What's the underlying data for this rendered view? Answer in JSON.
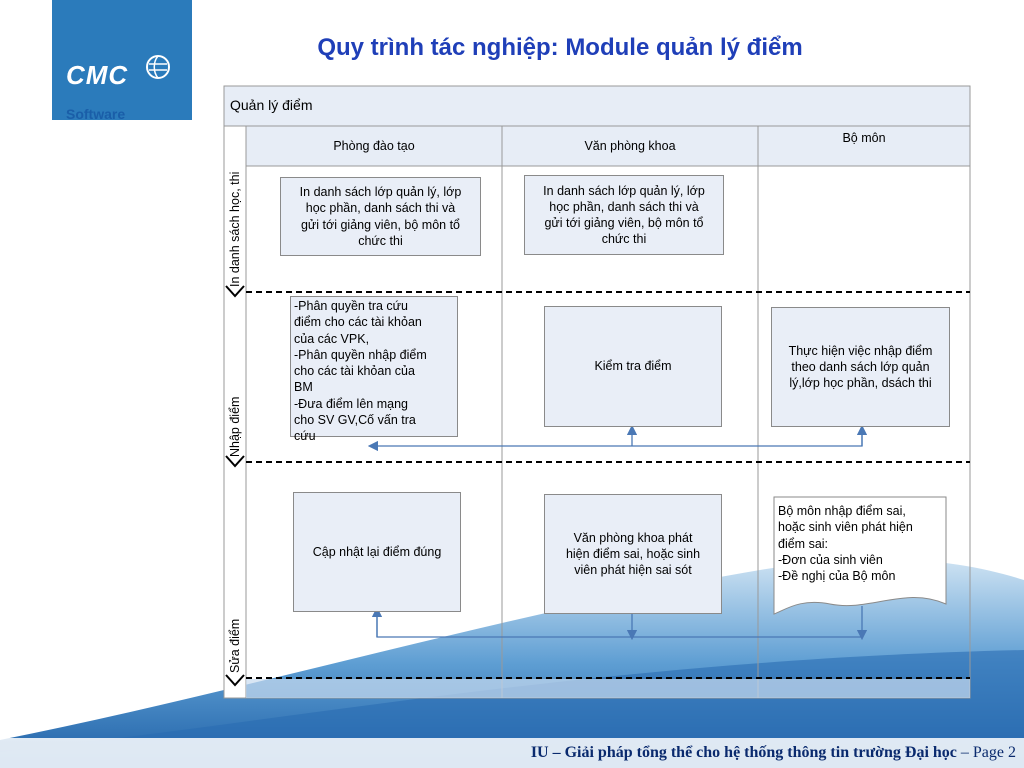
{
  "brand": {
    "logo_text": "CMC",
    "sub_text": "Software",
    "primary_color": "#2b7bbb"
  },
  "title": "Quy trình tác nghiệp: Module quản lý điểm",
  "pool": {
    "title": "Quản lý điểm",
    "columns": [
      "Phòng đào tạo",
      "Văn phòng khoa",
      "Bộ môn"
    ],
    "lanes": [
      "In danh sách học, thi",
      "Nhập điểm",
      "Sửa điểm"
    ]
  },
  "boxes": {
    "b1": "In danh sách lớp quản lý, lớp\nhọc phần, danh sách thi và\ngửi tới giảng viên, bộ môn tổ\nchức thi",
    "b2": "In danh sách lớp quản lý, lớp\nhọc phần, danh sách thi và\ngửi tới giảng viên, bộ môn tổ\nchức thi",
    "b3": "-Phân quyền tra cứu\nđiểm cho các tài khỏan\ncủa các VPK,\n-Phân quyền nhập điểm\ncho các tài khỏan của\nBM\n-Đưa điểm lên mạng\ncho SV GV,Cố vấn tra\ncứu",
    "b4": "Kiểm tra điểm",
    "b5": "Thực hiện việc nhập điểm\ntheo danh sách lớp quản\nlý,lớp học phần, dsách thi",
    "b6": "Cập nhật lại điểm đúng",
    "b7": "Văn phòng khoa phát\nhiện điểm sai, hoặc sinh\nviên phát hiện sai sót",
    "b8": "Bộ môn nhập điểm sai,\nhoặc sinh viên phát hiện\nđiểm sai:\n-Đơn của sinh viên\n-Đề nghị của Bộ môn"
  },
  "footer": {
    "main": "IU – Giải pháp tổng thể cho hệ thống thông tin trường Đại học",
    "sep": " – ",
    "page": "Page 2"
  }
}
